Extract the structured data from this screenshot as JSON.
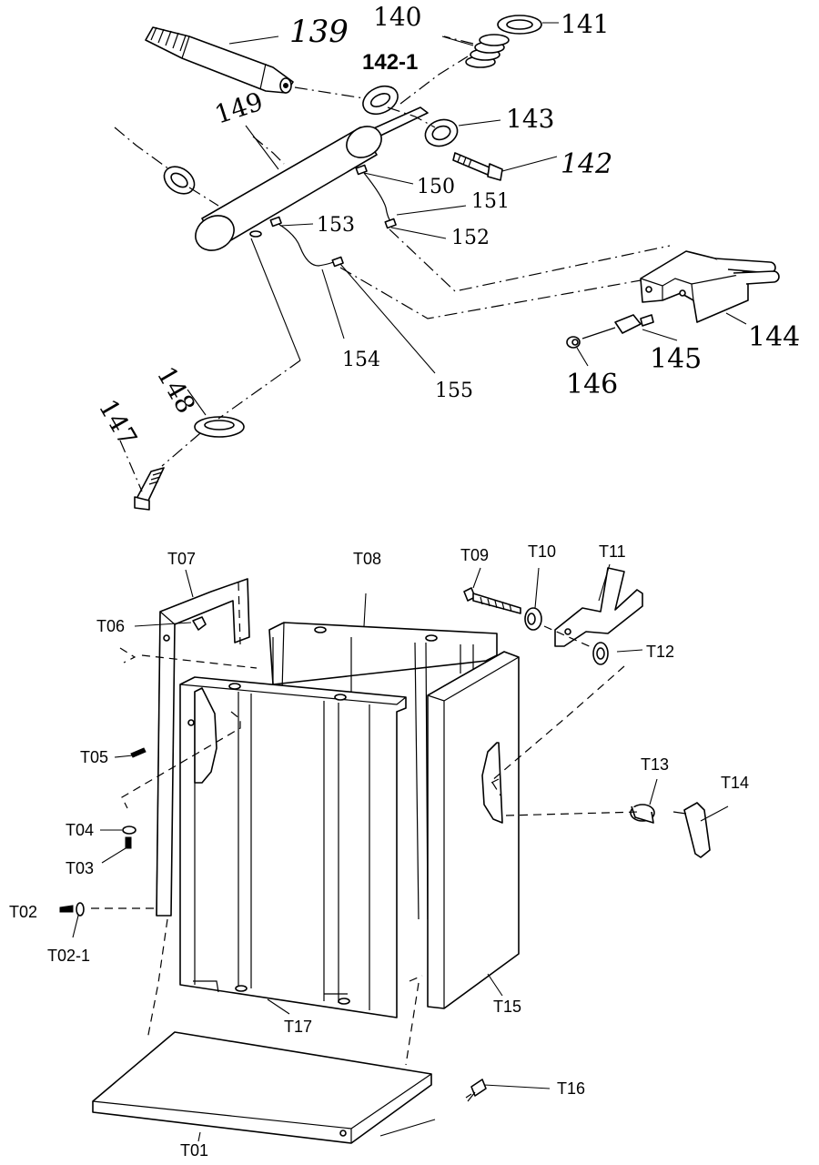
{
  "upper_assembly": {
    "labels": {
      "l139": "139",
      "l140": "140",
      "l141": "141",
      "l142_1": "142-1",
      "l143": "143",
      "l142": "142",
      "l149": "149",
      "l150": "150",
      "l151": "151",
      "l152": "152",
      "l153": "153",
      "l144": "144",
      "l145": "145",
      "l146": "146",
      "l154": "154",
      "l155": "155",
      "l148": "148",
      "l147": "147"
    }
  },
  "stand_assembly": {
    "labels": {
      "T07": "T07",
      "T08": "T08",
      "T09": "T09",
      "T10": "T10",
      "T11": "T11",
      "T06": "T06",
      "T12": "T12",
      "T05": "T05",
      "T13": "T13",
      "T14": "T14",
      "T04": "T04",
      "T03": "T03",
      "T02": "T02",
      "T02_1": "T02-1",
      "T17": "T17",
      "T15": "T15",
      "T16": "T16",
      "T01": "T01"
    }
  }
}
